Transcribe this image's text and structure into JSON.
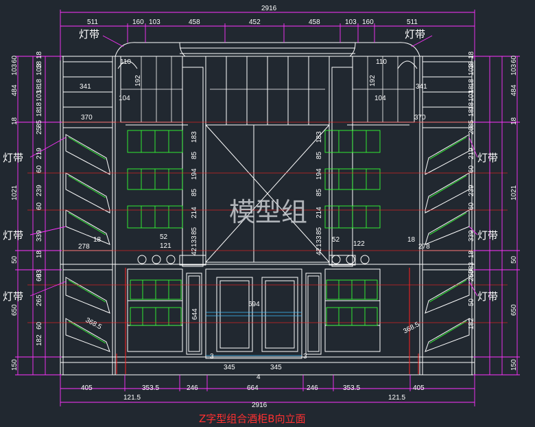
{
  "drawing_title": "Z字型组合酒柜B向立面",
  "watermark": "模型组",
  "light_strip_label": "灯带",
  "colors": {
    "background": "#212830",
    "outline": "#ffffff",
    "dimension": "#ff33ff",
    "red_line": "#ff2020",
    "green_bottle": "#33ff33",
    "title": "#ff3030"
  },
  "top_dimensions": {
    "overall": "2916",
    "segments": [
      "511",
      "160",
      "103",
      "458",
      "452",
      "458",
      "103",
      "160",
      "511"
    ]
  },
  "bottom_dimensions": {
    "segments": [
      "405",
      "353.5",
      "246",
      "664",
      "246",
      "353.5",
      "405"
    ],
    "side_offsets": [
      "121.5",
      "121.5"
    ],
    "overall": "2916"
  },
  "left_outer_dims": [
    "60",
    "103",
    "484",
    "18",
    "1021",
    "50",
    "650",
    "150"
  ],
  "left_inner_dims": [
    "18",
    "18",
    "103",
    "18",
    "18",
    "103",
    "18",
    "18",
    "85",
    "25",
    "219",
    "60",
    "239",
    "60",
    "339",
    "18",
    "83",
    "60",
    "265",
    "60",
    "182"
  ],
  "right_outer_dims": [
    "60",
    "103",
    "484",
    "18",
    "1021",
    "50",
    "650",
    "150"
  ],
  "right_inner_dims": [
    "18",
    "18",
    "103",
    "18",
    "18",
    "103",
    "18",
    "18",
    "85",
    "26",
    "219",
    "60",
    "239",
    "60",
    "339",
    "18",
    "5083",
    "265",
    "50",
    "182"
  ],
  "shelf_widths": {
    "upper_left": [
      "341",
      "370"
    ],
    "upper_right": [
      "341",
      "370"
    ],
    "low_left": "278",
    "low_right": "278"
  },
  "arch_dims": {
    "left": [
      "110",
      "192",
      "104"
    ],
    "right": [
      "110",
      "192",
      "104"
    ]
  },
  "middle_column_dims": {
    "left": [
      "183",
      "85",
      "194",
      "85",
      "214",
      "85",
      "133",
      "42"
    ],
    "right": [
      "183",
      "85",
      "194",
      "85",
      "214",
      "85",
      "133",
      "42"
    ]
  },
  "round_rack_dims": {
    "left": [
      "52",
      "121"
    ],
    "right": [
      "52",
      "122"
    ]
  },
  "door_dims": {
    "door_height": "694",
    "door_widths": [
      "345",
      "345"
    ],
    "gap": "4",
    "side_gaps": [
      "3",
      "3"
    ],
    "side_panel_height": "644"
  },
  "slant_label": "368.5",
  "side_marks": {
    "left_18": "18",
    "right_18": "18"
  }
}
